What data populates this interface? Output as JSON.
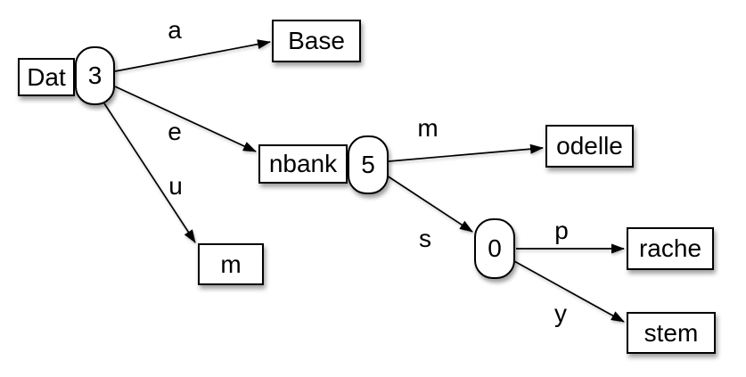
{
  "colors": {
    "background": "#ffffff",
    "stroke": "#000000",
    "node_fill": "#ffffff"
  },
  "diagram": {
    "nodes": [
      {
        "id": "root",
        "prefix": "Dat",
        "value": "3"
      },
      {
        "id": "base",
        "label": "Base"
      },
      {
        "id": "nbank",
        "prefix": "nbank",
        "value": "5"
      },
      {
        "id": "m",
        "label": "m"
      },
      {
        "id": "odelle",
        "label": "odelle"
      },
      {
        "id": "n0",
        "value": "0"
      },
      {
        "id": "rache",
        "label": "rache"
      },
      {
        "id": "stem",
        "label": "stem"
      }
    ],
    "edges": [
      {
        "from": "root",
        "to": "base",
        "label": "a"
      },
      {
        "from": "root",
        "to": "nbank",
        "label": "e"
      },
      {
        "from": "root",
        "to": "m",
        "label": "u"
      },
      {
        "from": "nbank",
        "to": "odelle",
        "label": "m"
      },
      {
        "from": "nbank",
        "to": "n0",
        "label": "s"
      },
      {
        "from": "n0",
        "to": "rache",
        "label": "p"
      },
      {
        "from": "n0",
        "to": "stem",
        "label": "y"
      }
    ]
  }
}
